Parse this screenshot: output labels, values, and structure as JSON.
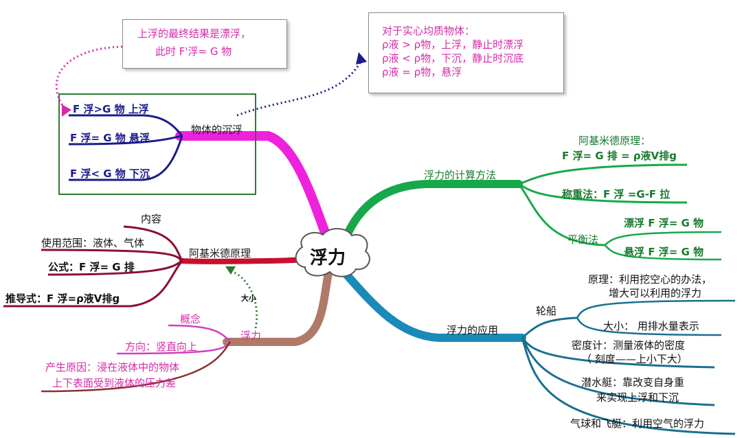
{
  "center": "浮力",
  "box_top_left": {
    "line1": "上浮的最终结果是漂浮，",
    "line2": "此时  F'浮= G 物"
  },
  "box_top_right": {
    "title": "对于实心均质物体：",
    "line1": "ρ液 > ρ物，上浮，静止时漂浮",
    "line2": "ρ液 < ρ物，下沉，静止时沉底",
    "line3": "ρ液 = ρ物，悬浮"
  },
  "sink_float": {
    "label": "物体的沉浮",
    "items": [
      "F 浮>G 物  上浮",
      "F 浮= G 物  悬浮",
      "F 浮< G 物  下沉"
    ]
  },
  "archimedes": {
    "label": "阿基米德原理",
    "items": [
      "内容",
      "使用范围：液体、气体",
      "公式：F 浮= G 排",
      "推导式：F 浮=ρ液V排g"
    ]
  },
  "buoyancy": {
    "label": "浮力",
    "arrow_label": "大小",
    "items": [
      "概念",
      "方向：竖直向上",
      "产生原因：浸在液体中的物体",
      "上下表面受到液体的压力差"
    ]
  },
  "calc": {
    "label": "浮力的计算方法",
    "archimedes_title": "阿基米德原理：",
    "archimedes_formula": "F 浮= G 排 = ρ液V排g",
    "weighing": "称重法：F 浮 =G-F 拉",
    "balance": "平衡法",
    "float": "漂浮  F 浮= G 物",
    "suspend": "悬浮  F 浮= G 物"
  },
  "application": {
    "label": "浮力的应用",
    "ship": "轮船",
    "ship_principle_1": "原理：利用挖空心的办法，",
    "ship_principle_2": "增大可以利用的浮力",
    "ship_size": "大小：  用排水量表示",
    "density_1": "密度计：测量液体的密度",
    "density_2": "（ 刻度——上小下大）",
    "sub_1": "潜水艇：靠改变自身重",
    "sub_2": "来实现上浮和下沉",
    "balloon": "气球和飞艇：利用空气的浮力"
  }
}
